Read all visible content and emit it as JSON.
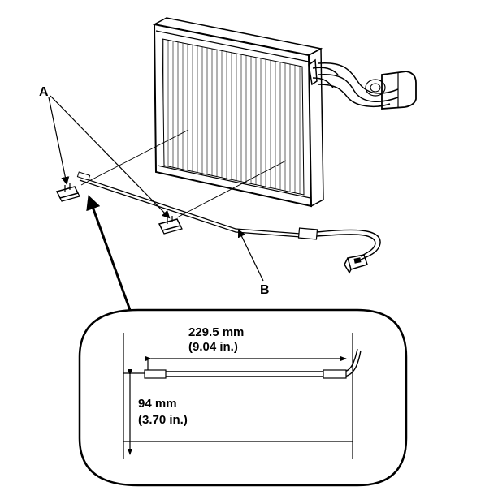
{
  "labels": {
    "a": "A",
    "b": "B"
  },
  "detail": {
    "width_mm": "229.5 mm",
    "width_in": "(9.04 in.)",
    "height_mm": "94 mm",
    "height_in": "(3.70 in.)"
  }
}
